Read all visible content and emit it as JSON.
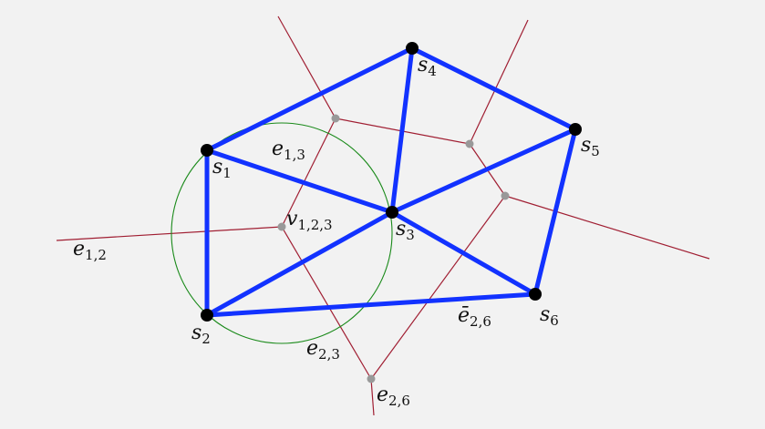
{
  "colors": {
    "background": "#f2f2f2",
    "delaunay_edge": "#1232ff",
    "voronoi_edge": "#a01e32",
    "circle": "#1a8a1a",
    "site": "#000000",
    "vertex": "#999999"
  },
  "sites": [
    {
      "id": "s1",
      "label": "s",
      "sub": "1"
    },
    {
      "id": "s2",
      "label": "s",
      "sub": "2"
    },
    {
      "id": "s3",
      "label": "s",
      "sub": "3"
    },
    {
      "id": "s4",
      "label": "s",
      "sub": "4"
    },
    {
      "id": "s5",
      "label": "s",
      "sub": "5"
    },
    {
      "id": "s6",
      "label": "s",
      "sub": "6"
    }
  ],
  "delaunay_edges": [
    [
      "s1",
      "s2"
    ],
    [
      "s1",
      "s3"
    ],
    [
      "s1",
      "s4"
    ],
    [
      "s2",
      "s3"
    ],
    [
      "s2",
      "s6"
    ],
    [
      "s3",
      "s4"
    ],
    [
      "s3",
      "s5"
    ],
    [
      "s3",
      "s6"
    ],
    [
      "s4",
      "s5"
    ],
    [
      "s5",
      "s6"
    ]
  ],
  "edge_labels": {
    "e12": {
      "label": "e",
      "sub": "1,2"
    },
    "e13": {
      "label": "e",
      "sub": "1,3"
    },
    "e23": {
      "label": "e",
      "sub": "2,3"
    },
    "e26": {
      "label": "e",
      "sub": "2,6"
    },
    "ebar26": {
      "label": "ē",
      "sub": "2,6"
    },
    "v123": {
      "label": "v",
      "sub": "1,2,3"
    }
  }
}
